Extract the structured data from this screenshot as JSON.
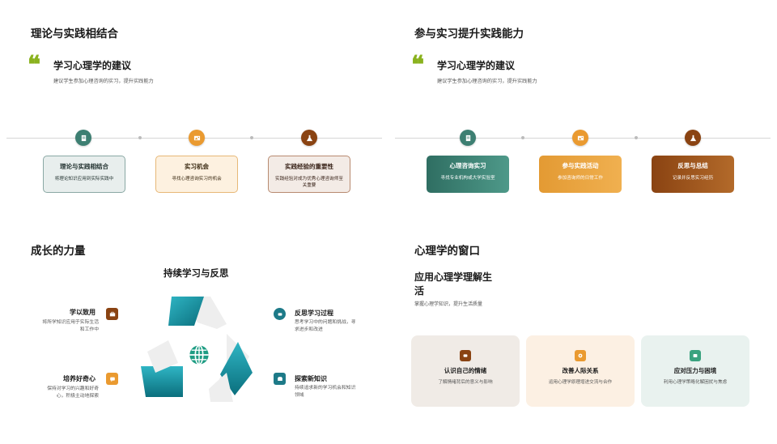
{
  "slide1": {
    "title": "理论与实践相结合",
    "quote_heading": "学习心理学的建议",
    "quote_sub": "建议学生参加心理咨询的实习，提升实践能力",
    "cards": [
      {
        "title": "理论与实践相结合",
        "desc": "将理论知识应用到实际实践中"
      },
      {
        "title": "实习机会",
        "desc": "寻找心理咨询实习的机会"
      },
      {
        "title": "实践经验的重要性",
        "desc": "实践经验对成为优秀心理咨询师至关重要"
      }
    ]
  },
  "slide2": {
    "title": "参与实习提升实践能力",
    "quote_heading": "学习心理学的建议",
    "quote_sub": "建议学生参加心理咨询的实习，提升实践能力",
    "cards": [
      {
        "title": "心理咨询实习",
        "desc": "寻找专业机构或大学实验室"
      },
      {
        "title": "参与实践活动",
        "desc": "参加咨询师的日常工作"
      },
      {
        "title": "反思与总结",
        "desc": "记录并反思实习经历"
      }
    ]
  },
  "slide3": {
    "title": "成长的力量",
    "center_title": "持续学习与反思",
    "items": [
      {
        "title": "学以致用",
        "desc": "将所学知识应用于实际生活和工作中"
      },
      {
        "title": "培养好奇心",
        "desc": "保持对学习的兴趣和好奇心，积极主动地探索"
      },
      {
        "title": "反思学习过程",
        "desc": "思考学习中的问题和挑战，寻求进步和改进"
      },
      {
        "title": "探索新知识",
        "desc": "持续追求新的学习机会和知识领域"
      }
    ]
  },
  "slide4": {
    "title": "心理学的窗口",
    "heading": "应用心理学理解生活",
    "sub": "掌握心理学知识，提升生活质量",
    "cards": [
      {
        "title": "认识自己的情绪",
        "desc": "了解情绪背后的意义与影响"
      },
      {
        "title": "改善人际关系",
        "desc": "运用心理学原理增进交流与合作"
      },
      {
        "title": "应对压力与困境",
        "desc": "利用心理学策略化解困扰与焦虑"
      }
    ]
  },
  "colors": {
    "accent_green": "#8ab21e",
    "teal": "#2f7a6c",
    "orange": "#e7952f",
    "brown": "#8a4312"
  }
}
